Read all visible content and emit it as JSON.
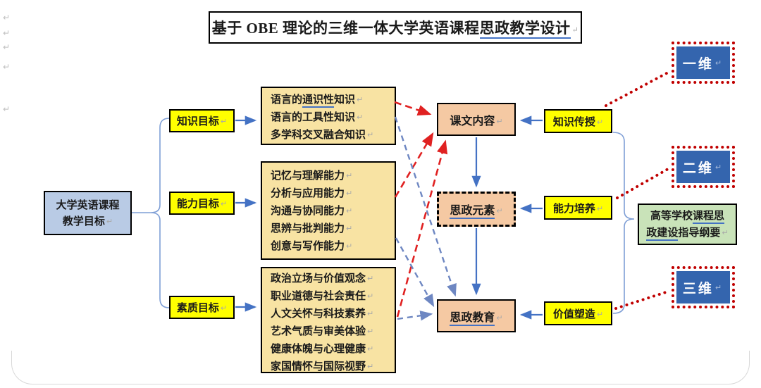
{
  "artifacts": {
    "return_mark": "↵"
  },
  "colors": {
    "yellow": "#FFFF00",
    "peach": "#F5C9A3",
    "cream": "#F8E3A3",
    "light_blue": "#B9CBE5",
    "green": "#C9E3B9",
    "dim_blue": "#3465AE",
    "red_dotted": "#C00000",
    "red_dashed": "#E02121",
    "arrow_blue": "#4472C4",
    "underline_blue": "#4472C4"
  },
  "title": {
    "pre": "基于 OBE 理论的三维一体大学英语课程",
    "underlined": "思政教学设计"
  },
  "source": {
    "line1": "大学英语课程",
    "line2": "教学目标"
  },
  "targets": {
    "knowledge": "知识目标",
    "ability": "能力目标",
    "quality": "素质目标"
  },
  "knowledge_box": {
    "l1a": "语言的",
    "l1b": "通识性",
    "l1c": "知识",
    "l2": "语言的工具性知识",
    "l3": "多学科交叉融合知识"
  },
  "ability_box": {
    "lines": [
      "记忆与理解能力",
      "分析与应用能力",
      "沟通与协同能力",
      "思辨与批判能力",
      "创意与写作能力"
    ]
  },
  "quality_box": {
    "lines": [
      "政治立场与价值观念",
      "职业道德与社会责任",
      "人文关怀与科技素养",
      "艺术气质与审美体验",
      "健康体魄与心理健康",
      "家国情怀与国际视野"
    ]
  },
  "pipeline": {
    "text_content": "课文内容",
    "ideology_elements": "思政元素",
    "ideology_education": "思政教育"
  },
  "methods": {
    "knowledge": "知识传授",
    "ability": "能力培养",
    "value": "价值塑造"
  },
  "dimensions": {
    "one": "一维",
    "two": "二维",
    "three": "三维"
  },
  "guideline": {
    "l1a": "高等学校",
    "l1b": "课程思",
    "l2a": "政建设",
    "l2b": "指导纲要"
  }
}
